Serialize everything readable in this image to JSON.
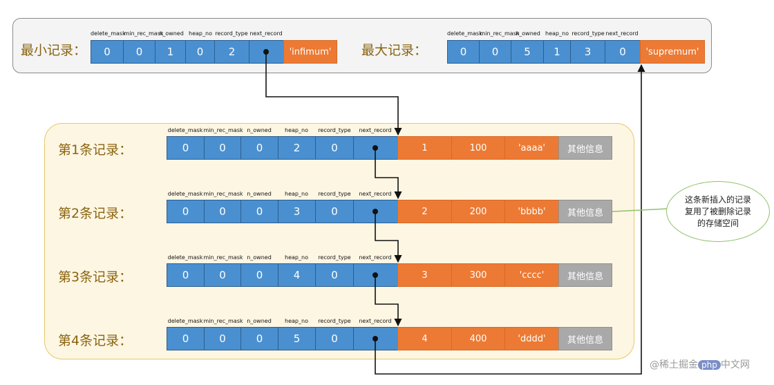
{
  "headers": [
    "delete_mask",
    "min_rec_mask",
    "n_owned",
    "heap_no",
    "record_type",
    "next_record"
  ],
  "infimum": {
    "title": "最小记录：",
    "values": [
      "0",
      "0",
      "1",
      "0",
      "2",
      ""
    ],
    "label": "'infimum'"
  },
  "supremum": {
    "title": "最大记录：",
    "values": [
      "0",
      "0",
      "5",
      "1",
      "3",
      "0"
    ],
    "label": "'supremum'"
  },
  "records": [
    {
      "title": "第1条记录：",
      "values": [
        "0",
        "0",
        "0",
        "2",
        "0",
        ""
      ],
      "data": [
        "1",
        "100",
        "'aaaa'"
      ],
      "other": "其他信息"
    },
    {
      "title": "第2条记录：",
      "values": [
        "0",
        "0",
        "0",
        "3",
        "0",
        ""
      ],
      "data": [
        "2",
        "200",
        "'bbbb'"
      ],
      "other": "其他信息"
    },
    {
      "title": "第3条记录：",
      "values": [
        "0",
        "0",
        "0",
        "4",
        "0",
        ""
      ],
      "data": [
        "3",
        "300",
        "'cccc'"
      ],
      "other": "其他信息"
    },
    {
      "title": "第4条记录：",
      "values": [
        "0",
        "0",
        "0",
        "5",
        "0",
        ""
      ],
      "data": [
        "4",
        "400",
        "'dddd'"
      ],
      "other": "其他信息"
    }
  ],
  "callout": {
    "line1": "这条新插入的记录",
    "line2": "复用了被删除记录",
    "line3": "的存储空间"
  },
  "watermark": {
    "left": "@稀土掘金",
    "badge": "php",
    "right": "中文网"
  },
  "colors": {
    "header_blue": "#4a90d0",
    "data_orange": "#ec7a34",
    "other_gray": "#a9a9a9",
    "title_brown": "#8a6410",
    "panel_yellow": "#fdf6e3",
    "callout_green": "#8fc16a"
  }
}
